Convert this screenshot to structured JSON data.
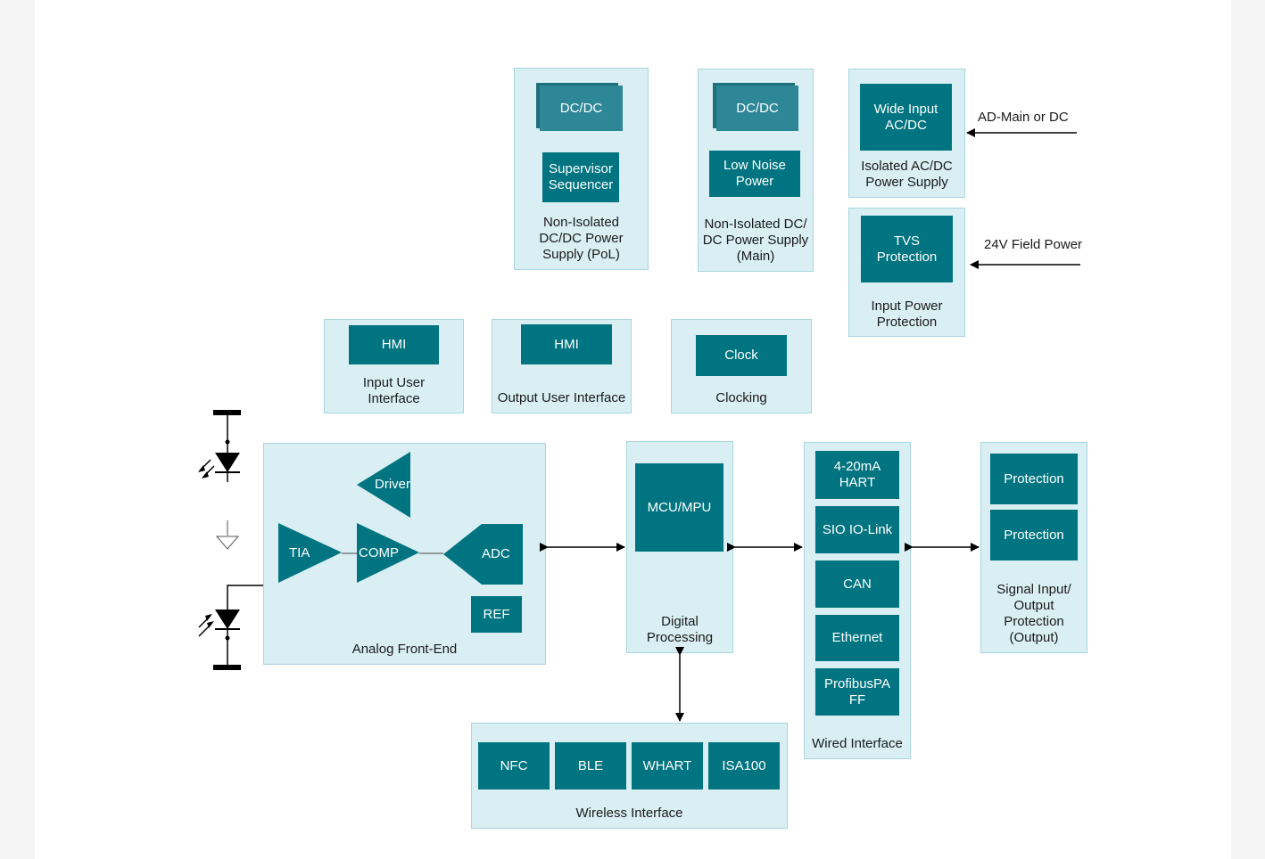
{
  "colors": {
    "block": "#007480",
    "group_fill": "#d9eff3",
    "group_border": "#a8d6e0",
    "dcdc_block": "#2d8797"
  },
  "power": {
    "pol": {
      "dcdc": "DC/DC",
      "supervisor": "Supervisor\nSequencer",
      "caption": "Non-Isolated\nDC/DC Power\nSupply (PoL)"
    },
    "main": {
      "dcdc": "DC/DC",
      "low_noise": "Low Noise\nPower",
      "caption": "Non-Isolated DC/\nDC Power Supply\n(Main)"
    },
    "isolated": {
      "block": "Wide Input\nAC/DC",
      "caption": "Isolated AC/DC\nPower Supply",
      "input_label": "AD-Main or DC"
    },
    "protection": {
      "block": "TVS\nProtection",
      "caption": "Input Power\nProtection",
      "input_label": "24V Field Power"
    }
  },
  "hmi_input": {
    "block": "HMI",
    "caption": "Input User\nInterface"
  },
  "hmi_output": {
    "block": "HMI",
    "caption": "Output User Interface"
  },
  "clocking": {
    "block": "Clock",
    "caption": "Clocking"
  },
  "afe": {
    "driver": "Driver",
    "tia": "TIA",
    "comp": "COMP",
    "adc": "ADC",
    "ref": "REF",
    "caption": "Analog Front-End"
  },
  "digital": {
    "block": "MCU/MPU",
    "caption": "Digital\nProcessing"
  },
  "wired": {
    "items": [
      "4-20mA\nHART",
      "SIO IO-Link",
      "CAN",
      "Ethernet",
      "ProfibusPA\nFF"
    ],
    "caption": "Wired Interface"
  },
  "signal_protection": {
    "items": [
      "Protection",
      "Protection"
    ],
    "caption": "Signal Input/\nOutput\nProtection\n(Output)"
  },
  "wireless": {
    "items": [
      "NFC",
      "BLE",
      "WHART",
      "ISA100"
    ],
    "caption": "Wireless Interface"
  }
}
